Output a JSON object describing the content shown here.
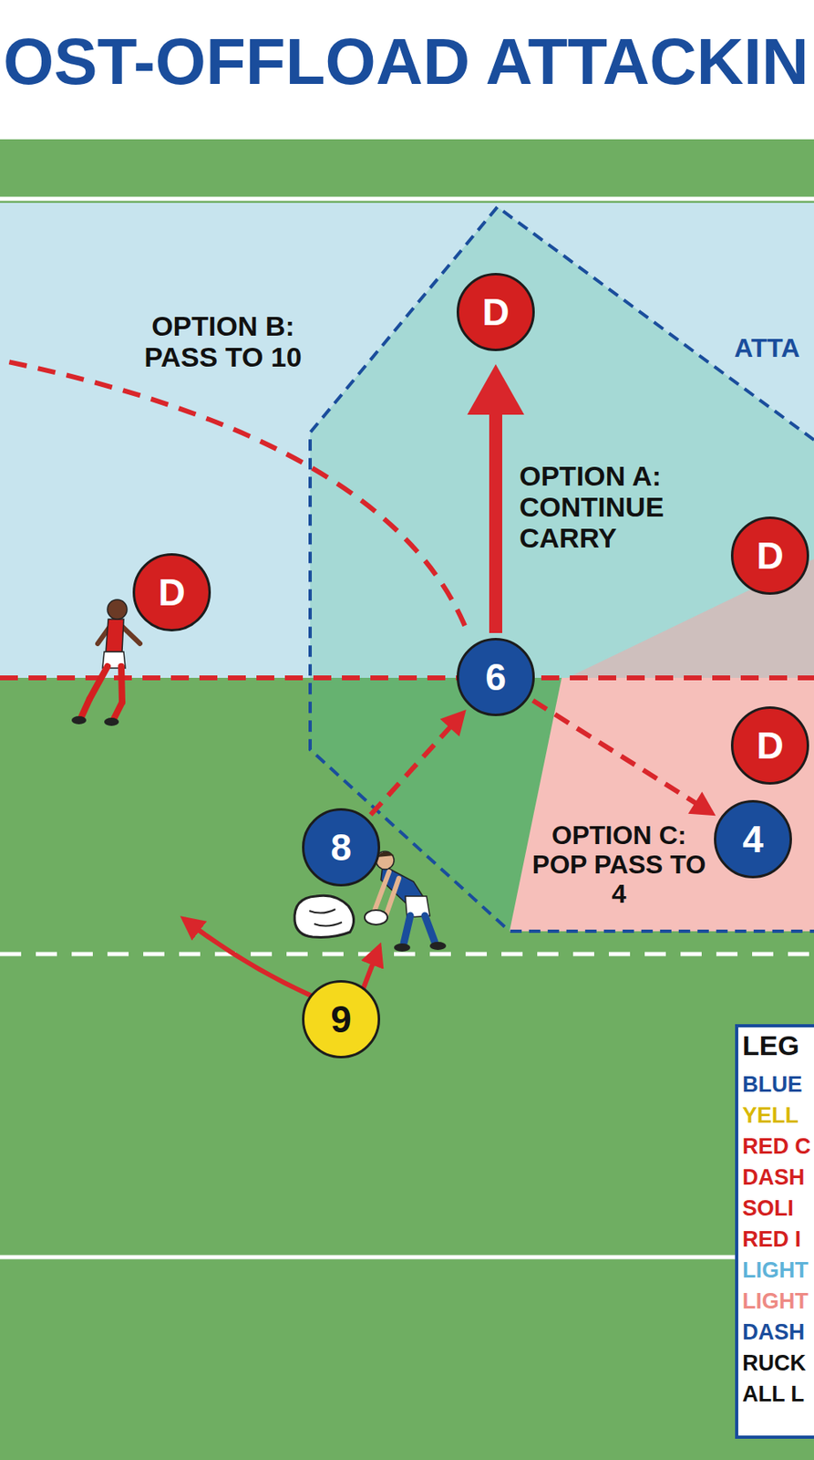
{
  "diagram": {
    "title": "OST-OFFLOAD ATTACKIN",
    "nodes": [
      {
        "text": [
          "D"
        ]
      },
      {
        "text": [
          "D"
        ]
      },
      {
        "text": [
          "D"
        ]
      },
      {
        "text": [
          "6"
        ]
      },
      {
        "text": [
          "D"
        ]
      },
      {
        "text": [
          "4"
        ]
      },
      {
        "text": [
          "8"
        ]
      },
      {
        "text": [
          "9"
        ]
      }
    ],
    "edges": [
      {
        "from": 3,
        "to": 0,
        "arrow": "to"
      },
      {
        "from": 6,
        "to": 3,
        "arrow": "to"
      },
      {
        "from": 3,
        "to": 5,
        "arrow": "to"
      }
    ],
    "labels": [
      "OPTION B: PASS TO 10",
      "ATTA",
      "OPTION A: CONTINUE CARRY",
      "OPTION C: POP PASS TO 4",
      "LEG"
    ],
    "legend": [
      {
        "text": "BLUE"
      },
      {
        "text": "YELL"
      },
      {
        "text": "RED C"
      },
      {
        "text": "DASH"
      },
      {
        "text": "SOLI"
      },
      {
        "text": "RED I"
      },
      {
        "text": "LIGHT"
      },
      {
        "text": "LIGHT"
      },
      {
        "text": "DASH"
      },
      {
        "text": "RUCK"
      },
      {
        "text": "ALL L"
      }
    ]
  }
}
